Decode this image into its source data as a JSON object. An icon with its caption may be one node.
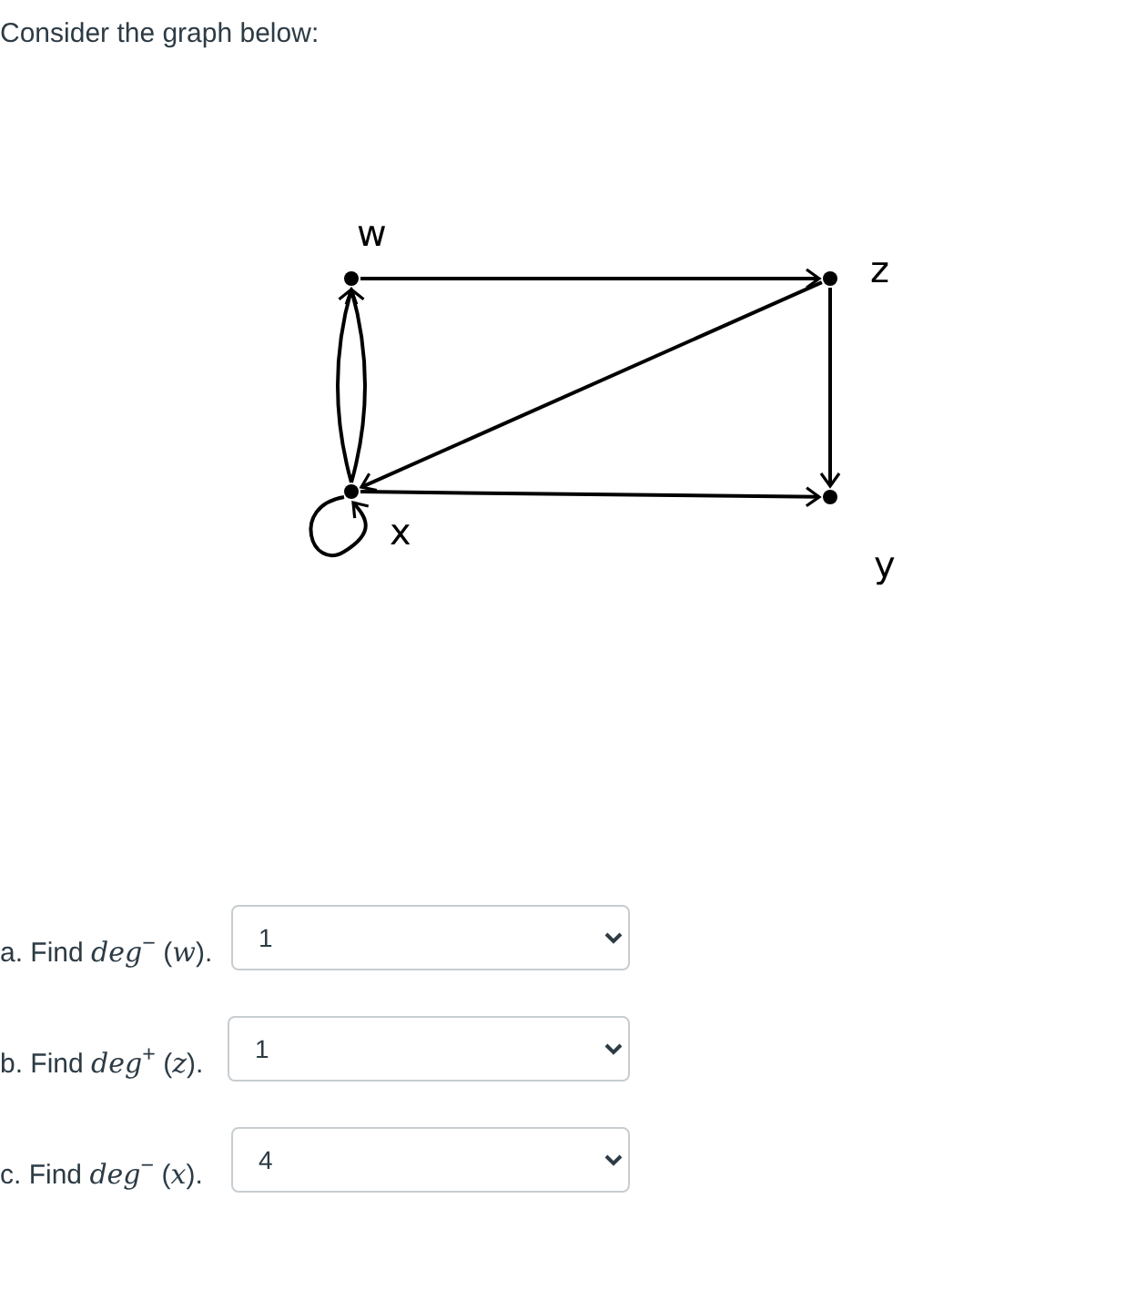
{
  "diagram": {
    "title": "Consider the graph below:",
    "nodes": [
      {
        "text": [],
        "shape": "circle",
        "beside": [
          "w"
        ]
      },
      {
        "text": [],
        "shape": "circle",
        "beside": [
          "z"
        ]
      },
      {
        "text": [],
        "shape": "circle",
        "beside": [
          "x"
        ]
      },
      {
        "text": [],
        "shape": "circle",
        "beside": [
          "y"
        ]
      }
    ],
    "edges": [
      {
        "from": 0,
        "to": 1,
        "arrow": "to"
      },
      {
        "from": 1,
        "to": 2,
        "arrow": "to"
      },
      {
        "from": 1,
        "to": 3,
        "arrow": "to"
      },
      {
        "from": 2,
        "to": 3,
        "arrow": "to"
      },
      {
        "from": 2,
        "to": 0,
        "arrow": "to"
      },
      {
        "from": 2,
        "to": 0,
        "arrow": "to"
      },
      {
        "from": 2,
        "to": 2,
        "arrow": "to"
      }
    ],
    "labels": [
      "a. Find *deg*$^{−}$ (*w*).",
      "1",
      "b. Find *deg*$^{+}$ (*z*).",
      "1",
      "c. Find *deg*$^{−}$ (*x*).",
      "4"
    ]
  }
}
